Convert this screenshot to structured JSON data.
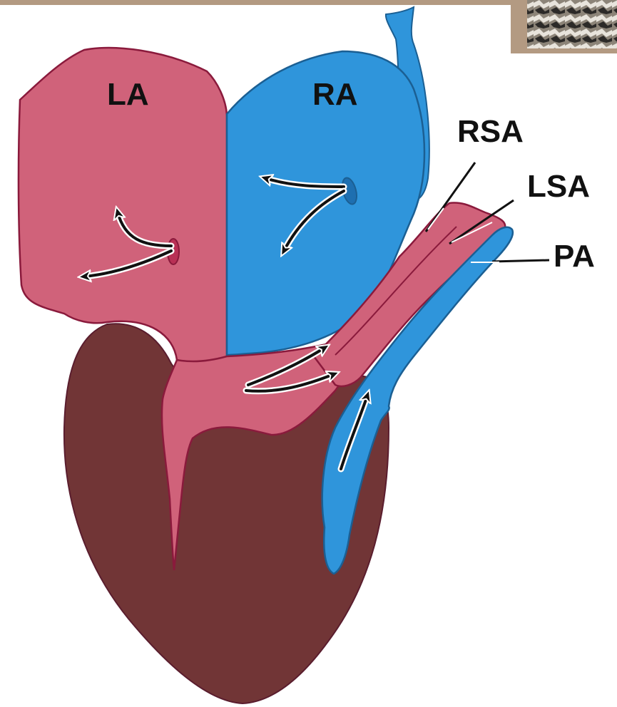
{
  "labels": {
    "la": "LA",
    "ra": "RA",
    "rsa": "RSA",
    "lsa": "LSA",
    "pa": "PA"
  },
  "colors": {
    "oxygenated": "#d0627a",
    "deoxygenated": "#2f95db",
    "ventricle": "#713536",
    "outline_red": "#8a1a3c",
    "outline_blue": "#1b5f93",
    "top_bar": "#b39a82",
    "arrow": "#111111"
  },
  "icons": {
    "corner_thumbnail": "patterned-skin-thumbnail"
  }
}
